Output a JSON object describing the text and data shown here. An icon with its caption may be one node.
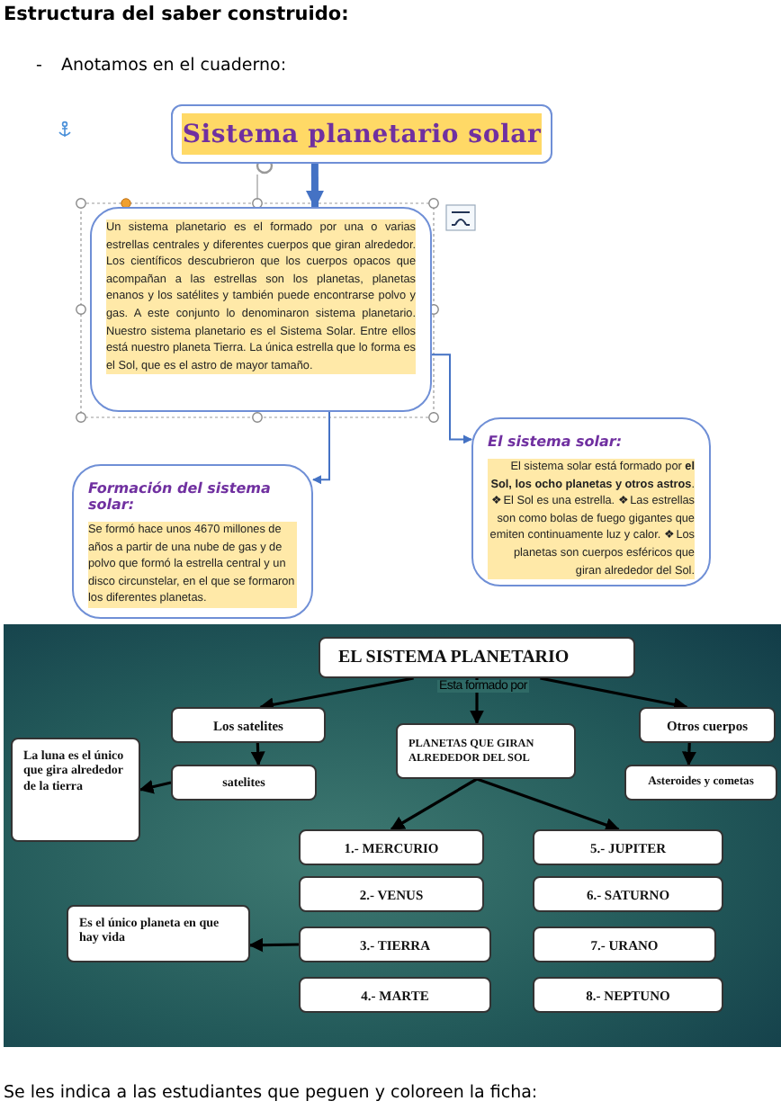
{
  "diagram": {
    "title": "Estructura del saber construido:",
    "nodes": [
      {
        "text": [
          "Sistema planetario solar"
        ]
      },
      {
        "text": [
          "Un sistema planetario es el formado por una o varias estrellas centrales y diferentes cuerpos que giran alrededor. Los científicos descubrieron que los cuerpos opacos que acompañan a las estrellas son los planetas, planetas enanos y los satélites y también puede encontrarse polvo y gas. A este conjunto lo denominaron sistema planetario. Nuestro sistema planetario es el Sistema Solar. Entre ellos está nuestro planeta Tierra. La única estrella que lo forma es el Sol, que es el astro de mayor tamaño."
        ]
      },
      {
        "text": [
          "Formación del sistema solar:",
          "Se formó hace unos 4670 millones de años a partir de una nube de gas y de polvo que formó la estrella central y un disco circunstelar, en el que se formaron los diferentes planetas."
        ]
      },
      {
        "text": [
          "El sistema solar:",
          "El sistema solar está formado por **el Sol, los ocho planetas y otros astros**. ❖ El Sol es una estrella. ❖ Las estrellas son como bolas de fuego gigantes que emiten continuamente luz y calor. ❖ Los planetas son cuerpos esféricos que giran alrededor del Sol."
        ]
      },
      {
        "text": [
          "EL SISTEMA PLANETARIO"
        ]
      },
      {
        "text": [
          "Los satelites"
        ]
      },
      {
        "text": [
          "PLANETAS QUE GIRAN ALREDEDOR DEL SOL"
        ]
      },
      {
        "text": [
          "Otros cuerpos"
        ]
      },
      {
        "text": [
          "La luna es el único que gira alrededor de la tierra"
        ]
      },
      {
        "text": [
          "satelites"
        ]
      },
      {
        "text": [
          "Asteroides y cometas"
        ]
      },
      {
        "text": [
          "1.- MERCURIO"
        ]
      },
      {
        "text": [
          "5.- JUPITER"
        ]
      },
      {
        "text": [
          "2.- VENUS"
        ]
      },
      {
        "text": [
          "6.- SATURNO"
        ]
      },
      {
        "text": [
          "Es el único planeta en que hay vida"
        ]
      },
      {
        "text": [
          "3.- TIERRA"
        ]
      },
      {
        "text": [
          "7.- URANO"
        ]
      },
      {
        "text": [
          "4.- MARTE"
        ]
      },
      {
        "text": [
          "8.- NEPTUNO"
        ]
      }
    ],
    "edges": [
      {
        "from": 0,
        "to": 1,
        "arrow": "to",
        "style": "thick",
        "color": "#4472c4"
      },
      {
        "from": 1,
        "to": 2,
        "arrow": "to",
        "color": "#4472c4"
      },
      {
        "from": 1,
        "to": 3,
        "arrow": "to",
        "color": "#4472c4"
      },
      {
        "from": 4,
        "to": 5,
        "arrow": "to"
      },
      {
        "from": 4,
        "to": 6,
        "arrow": "to",
        "label": "Esta formado por"
      },
      {
        "from": 4,
        "to": 7,
        "arrow": "to"
      },
      {
        "from": 5,
        "to": 9,
        "arrow": "to"
      },
      {
        "from": 9,
        "to": 8,
        "arrow": "to"
      },
      {
        "from": 7,
        "to": 10,
        "arrow": "to"
      },
      {
        "from": 6,
        "to": 11,
        "arrow": "to"
      },
      {
        "from": 6,
        "to": 12,
        "arrow": "to"
      },
      {
        "from": 16,
        "to": 15,
        "arrow": "to"
      }
    ],
    "labels": [
      "-",
      "Anotamos en el cuaderno:",
      "Se les indica a las estudiantes que peguen y coloreen la ficha:"
    ]
  }
}
